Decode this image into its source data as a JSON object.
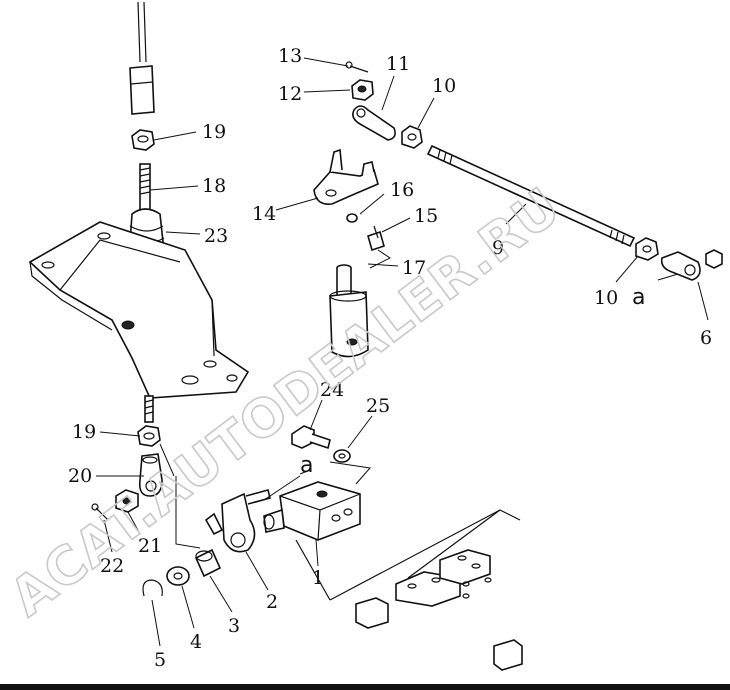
{
  "watermark": "ACAT.AUTODEALER.RU",
  "labels": [
    {
      "id": "13",
      "text": "13"
    },
    {
      "id": "11",
      "text": "11"
    },
    {
      "id": "12",
      "text": "12"
    },
    {
      "id": "10a",
      "text": "10"
    },
    {
      "id": "19a",
      "text": "19"
    },
    {
      "id": "18",
      "text": "18"
    },
    {
      "id": "16",
      "text": "16"
    },
    {
      "id": "14",
      "text": "14"
    },
    {
      "id": "15",
      "text": "15"
    },
    {
      "id": "23",
      "text": "23"
    },
    {
      "id": "17",
      "text": "17"
    },
    {
      "id": "9",
      "text": "9"
    },
    {
      "id": "10b",
      "text": "10"
    },
    {
      "id": "a1",
      "text": "a"
    },
    {
      "id": "6",
      "text": "6"
    },
    {
      "id": "24",
      "text": "24"
    },
    {
      "id": "25",
      "text": "25"
    },
    {
      "id": "19b",
      "text": "19"
    },
    {
      "id": "a2",
      "text": "a"
    },
    {
      "id": "20",
      "text": "20"
    },
    {
      "id": "21",
      "text": "21"
    },
    {
      "id": "22",
      "text": "22"
    },
    {
      "id": "1",
      "text": "1"
    },
    {
      "id": "2",
      "text": "2"
    },
    {
      "id": "3",
      "text": "3"
    },
    {
      "id": "4",
      "text": "4"
    },
    {
      "id": "5",
      "text": "5"
    }
  ]
}
